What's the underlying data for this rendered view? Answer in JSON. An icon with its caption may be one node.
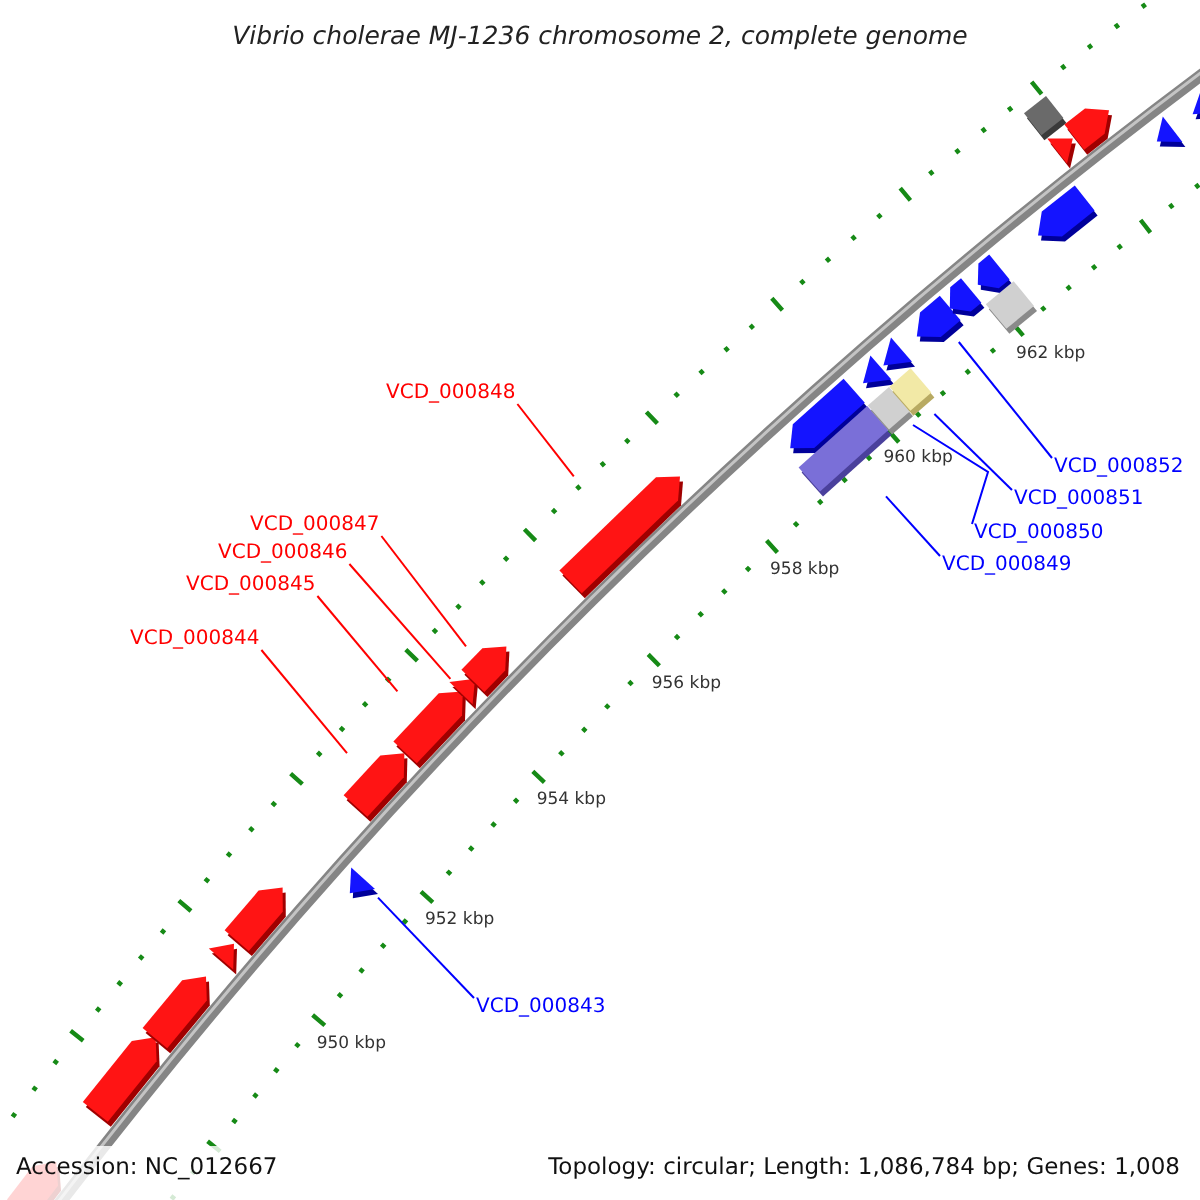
{
  "diagram": {
    "title": "Vibrio cholerae MJ-1236 chromosome 2, complete genome",
    "nodes": [
      {
        "text": [
          "VCD_000848"
        ]
      },
      {
        "text": [
          "VCD_000847"
        ]
      },
      {
        "text": [
          "VCD_000846"
        ]
      },
      {
        "text": [
          "VCD_000845"
        ]
      },
      {
        "text": [
          "VCD_000844"
        ]
      },
      {
        "text": [
          "VCD_000852"
        ]
      },
      {
        "text": [
          "VCD_000851"
        ]
      },
      {
        "text": [
          "VCD_000850"
        ]
      },
      {
        "text": [
          "VCD_000849"
        ]
      },
      {
        "text": [
          "VCD_000843"
        ]
      },
      {
        "text": [],
        "shape": "arrow"
      },
      {
        "text": [],
        "shape": "arrow"
      },
      {
        "text": [],
        "shape": "arrow"
      },
      {
        "text": [],
        "shape": "arrow"
      },
      {
        "text": [],
        "shape": "arrow"
      },
      {
        "text": [],
        "shape": "arrow"
      },
      {
        "text": [],
        "shape": "arrow"
      },
      {
        "text": [],
        "shape": "arrow"
      },
      {
        "text": [],
        "shape": "arrow"
      },
      {
        "text": [],
        "shape": "arrow"
      },
      {
        "text": [],
        "shape": "arrow"
      },
      {
        "text": [],
        "shape": "arrow"
      },
      {
        "text": [],
        "shape": "box"
      },
      {
        "text": [],
        "shape": "arrow"
      },
      {
        "text": [],
        "shape": "box"
      },
      {
        "text": [],
        "shape": "arrow"
      },
      {
        "text": [],
        "shape": "box"
      },
      {
        "text": [],
        "shape": "arrow"
      },
      {
        "text": [],
        "shape": "arrow"
      },
      {
        "text": [],
        "shape": "arrow"
      },
      {
        "text": [],
        "shape": "box"
      },
      {
        "text": [],
        "shape": "box"
      },
      {
        "text": [],
        "shape": "arrow"
      },
      {
        "text": [],
        "shape": "arrow"
      },
      {
        "text": [],
        "shape": "arrow"
      },
      {
        "text": [],
        "shape": "arrow"
      },
      {
        "text": [],
        "shape": "arrow"
      }
    ],
    "edges": [
      {
        "from": 0,
        "to": 20,
        "arrow": "none",
        "color": "#ff0000"
      },
      {
        "from": 1,
        "to": 19,
        "arrow": "none",
        "color": "#ff0000"
      },
      {
        "from": 2,
        "to": 18,
        "arrow": "none",
        "color": "#ff0000"
      },
      {
        "from": 3,
        "to": 17,
        "arrow": "none",
        "color": "#ff0000"
      },
      {
        "from": 4,
        "to": 16,
        "arrow": "none",
        "color": "#ff0000"
      },
      {
        "from": 5,
        "to": 27,
        "arrow": "none",
        "color": "#0000ff"
      },
      {
        "from": 6,
        "to": 26,
        "arrow": "none",
        "color": "#0000ff"
      },
      {
        "from": 7,
        "to": 24,
        "arrow": "none",
        "color": "#0000ff"
      },
      {
        "from": 8,
        "to": 22,
        "arrow": "none",
        "color": "#0000ff"
      },
      {
        "from": 9,
        "to": 15,
        "arrow": "none",
        "color": "#0000ff"
      }
    ],
    "labels": [
      "962 kbp",
      "960 kbp",
      "958 kbp",
      "956 kbp",
      "954 kbp",
      "952 kbp",
      "950 kbp",
      "Accession: NC_012667",
      "Topology: circular; Length: 1,086,784 bp; Genes: 1,008"
    ]
  }
}
